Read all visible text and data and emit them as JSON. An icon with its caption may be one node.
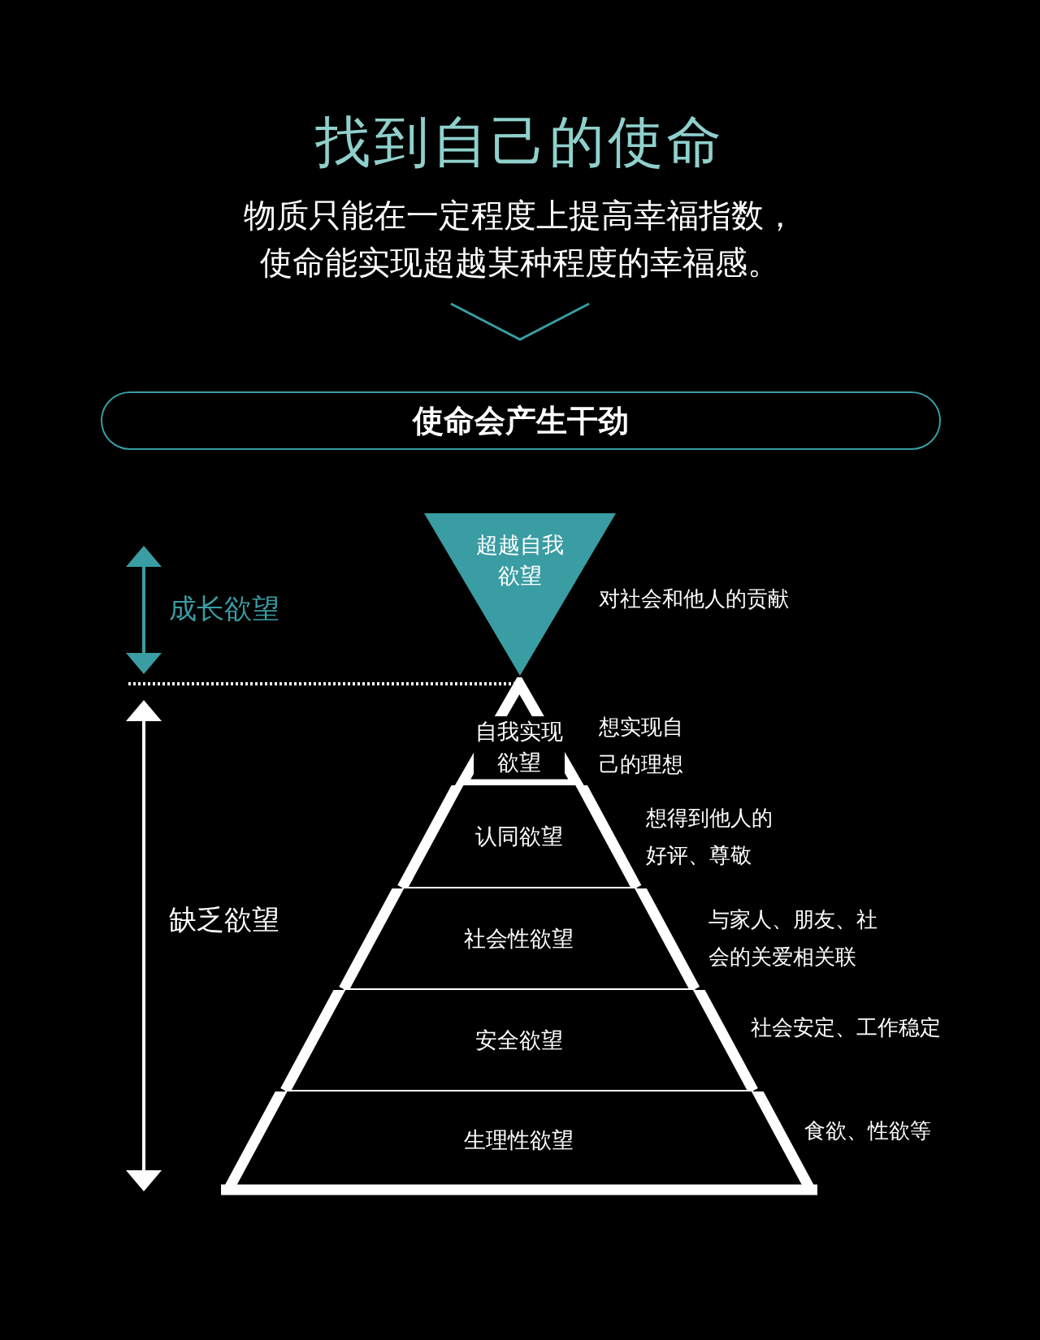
{
  "diagram": {
    "title": "找到自己的使命",
    "nodes": [
      {
        "text": [
          "使命会产生干劲"
        ]
      },
      {
        "text": [
          "超越自我欲望"
        ],
        "beside": [
          "对社会和他人的贡献"
        ]
      },
      {
        "text": [
          "自我实现欲望"
        ],
        "beside": [
          "想实现自己的理想"
        ]
      },
      {
        "text": [
          "认同欲望"
        ],
        "beside": [
          "想得到他人的好评、尊敬"
        ]
      },
      {
        "text": [
          "社会性欲望"
        ],
        "beside": [
          "与家人、朋友、社会的关爱相关联"
        ]
      },
      {
        "text": [
          "安全欲望"
        ],
        "beside": [
          "社会安定、工作稳定"
        ]
      },
      {
        "text": [
          "生理性欲望"
        ],
        "beside": [
          "食欲、性欲等"
        ]
      }
    ],
    "labels": [
      "物质只能在一定程度上提高幸福指数，使命能实现超越某种程度的幸福感。",
      "成长欲望",
      "缺乏欲望"
    ]
  }
}
